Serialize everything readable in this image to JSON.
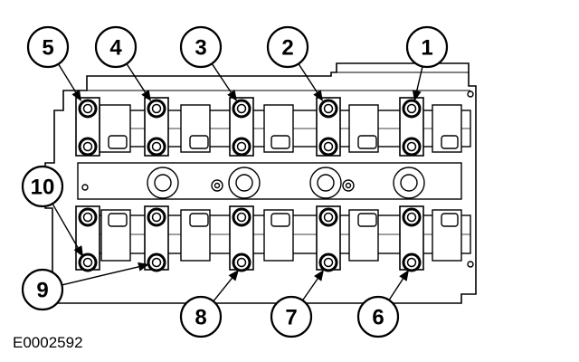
{
  "diagram": {
    "reference_code": "E0002592",
    "callouts": [
      {
        "label": "1",
        "bolt": "top"
      },
      {
        "label": "2",
        "bolt": "top"
      },
      {
        "label": "3",
        "bolt": "top"
      },
      {
        "label": "4",
        "bolt": "top"
      },
      {
        "label": "5",
        "bolt": "top"
      },
      {
        "label": "6",
        "bolt": "bottom"
      },
      {
        "label": "7",
        "bolt": "bottom"
      },
      {
        "label": "8",
        "bolt": "bottom"
      },
      {
        "label": "9",
        "bolt": "bottom"
      },
      {
        "label": "10",
        "bolt": "bottom"
      }
    ]
  }
}
